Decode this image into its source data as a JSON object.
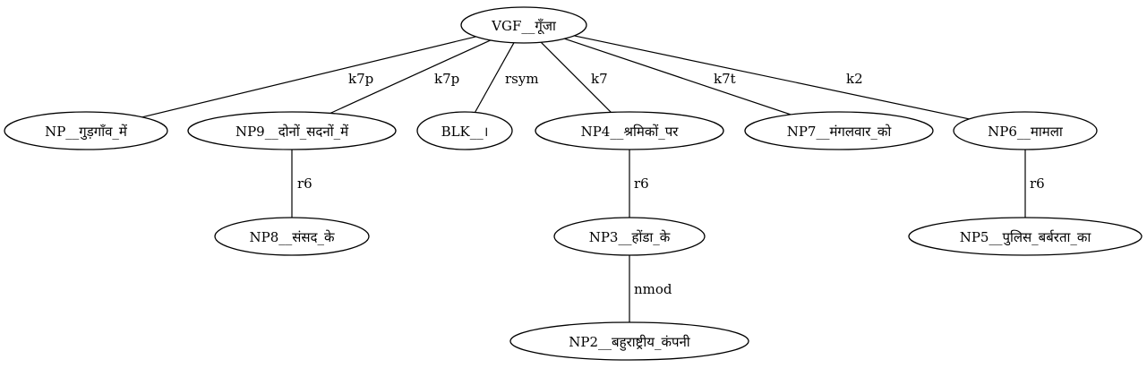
{
  "graph": {
    "nodes": [
      {
        "id": "n_vgf",
        "label": "VGF__गूँजा"
      },
      {
        "id": "n_np_gurgaon",
        "label": "NP__गुड़गाँव_में"
      },
      {
        "id": "n_np9",
        "label": "NP9__दोनों_सदनों_में"
      },
      {
        "id": "n_blk",
        "label": "BLK__।"
      },
      {
        "id": "n_np4",
        "label": "NP4__श्रमिकों_पर"
      },
      {
        "id": "n_np7",
        "label": "NP7__मंगलवार_को"
      },
      {
        "id": "n_np6",
        "label": "NP6__मामला"
      },
      {
        "id": "n_np8",
        "label": "NP8__संसद_के"
      },
      {
        "id": "n_np3",
        "label": "NP3__होंडा_के"
      },
      {
        "id": "n_np5",
        "label": "NP5__पुलिस_बर्बरता_का"
      },
      {
        "id": "n_np2",
        "label": "NP2__बहुराष्ट्रीय_कंपनी"
      }
    ],
    "edges": [
      {
        "from": "n_vgf",
        "to": "n_np_gurgaon",
        "label": "k7p"
      },
      {
        "from": "n_vgf",
        "to": "n_np9",
        "label": "k7p"
      },
      {
        "from": "n_vgf",
        "to": "n_blk",
        "label": "rsym"
      },
      {
        "from": "n_vgf",
        "to": "n_np4",
        "label": "k7"
      },
      {
        "from": "n_vgf",
        "to": "n_np7",
        "label": "k7t"
      },
      {
        "from": "n_vgf",
        "to": "n_np6",
        "label": "k2"
      },
      {
        "from": "n_np9",
        "to": "n_np8",
        "label": "r6"
      },
      {
        "from": "n_np4",
        "to": "n_np3",
        "label": "r6"
      },
      {
        "from": "n_np6",
        "to": "n_np5",
        "label": "r6"
      },
      {
        "from": "n_np3",
        "to": "n_np2",
        "label": "nmod"
      }
    ]
  }
}
